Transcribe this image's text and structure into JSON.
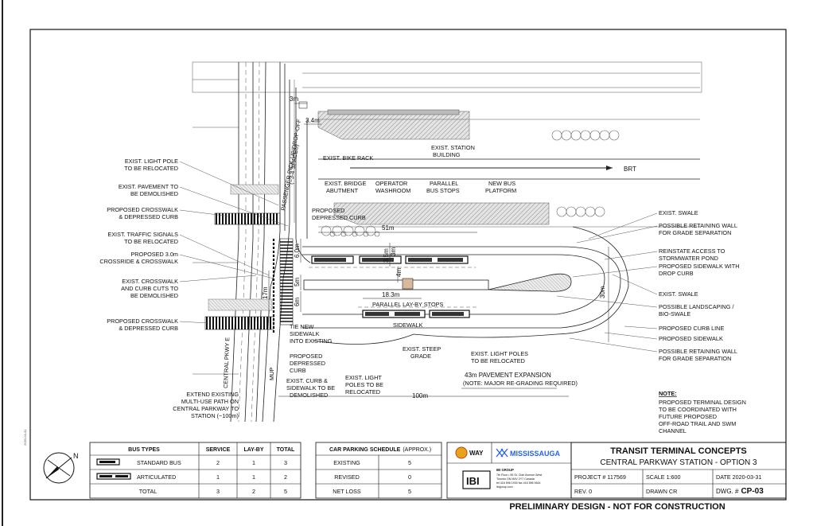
{
  "left_edge_note": "2020-03-31",
  "plan_labels": {
    "dim_3m": "3m",
    "dim_3_4m": "3.4m",
    "passenger_pickup": "PASSENGER PICK-UP/DROP-OFF",
    "spaces": "(~3-4 SPACES)",
    "exist_station_building_1": "EXIST. STATION",
    "exist_station_building_2": "BUILDING",
    "exist_bike_rack": "EXIST. BIKE RACK",
    "brt": "BRT",
    "exist_bridge_1": "EXIST. BRIDGE",
    "exist_bridge_2": "ABUTMENT",
    "operator_1": "OPERATOR",
    "operator_2": "WASHROOM",
    "parallel_1": "PARALLEL",
    "parallel_2": "BUS STOPS",
    "new_bus_1": "NEW BUS",
    "new_bus_2": "PLATFORM",
    "prop_dep_curb_1": "PROPOSED",
    "prop_dep_curb_2": "DEPRESSED CURB",
    "dim_51m": "51m",
    "dim_3_5m": "3.5m",
    "dim_3m_b": "3m",
    "dim_6m_a": "6.0m",
    "dim_4m": "4m",
    "dim_5m": "5m",
    "dim_6m_b": "6m",
    "dim_17m": "17m",
    "dim_18_3m": "18.3m",
    "parallel_layby": "PARALLEL LAY-BY STOPS",
    "sidewalk": "SIDEWALK",
    "dim_30m": "30m",
    "tie_new_1": "TIE NEW",
    "tie_new_2": "SIDEWALK",
    "tie_new_3": "INTO EXISTING",
    "prop_dep_1": "PROPOSED",
    "prop_dep_2": "DEPRESSED",
    "prop_dep_3": "CURB",
    "exist_steep_1": "EXIST. STEEP",
    "exist_steep_2": "GRADE",
    "exist_light_poles_1": "EXIST. LIGHT POLES",
    "exist_light_poles_2": "TO BE RELOCATED",
    "pavement_expansion": "43m PAVEMENT EXPANSION",
    "pavement_note": "(NOTE: MAJOR RE-GRADING REQUIRED)",
    "exist_curb_1": "EXIST. CURB &",
    "exist_curb_2": "SIDEWALK TO BE",
    "exist_curb_3": "DEMOLISHED",
    "exist_light_b_1": "EXIST. LIGHT",
    "exist_light_b_2": "POLES TO BE",
    "exist_light_b_3": "RELOCATED",
    "dim_100m": "100m",
    "central_pkwy": "CENTRAL PKWY E",
    "mup": "MUP",
    "extend_1": "EXTEND EXISTING",
    "extend_2": "MULTI-USE PATH ON",
    "extend_3": "CENTRAL PARKWAY TO",
    "extend_4": "STATION (~100m)"
  },
  "left_callouts": [
    [
      "EXIST. LIGHT POLE",
      "TO BE RELOCATED"
    ],
    [
      "EXIST. PAVEMENT TO",
      "BE DEMOLISHED"
    ],
    [
      "PROPOSED CROSSWALK",
      "& DEPRESSED CURB"
    ],
    [
      "EXIST. TRAFFIC SIGNALS",
      "TO BE RELOCATED"
    ],
    [
      "PROPOSED 3.0m",
      "CROSSRIDE & CROSSWALK"
    ],
    [
      "EXIST. CROSSWALK",
      "AND CURB CUTS TO",
      "BE DEMOLISHED"
    ],
    [
      "PROPOSED CROSSWALK",
      "& DEPRESSED CURB"
    ]
  ],
  "right_callouts": [
    [
      "EXIST. SWALE"
    ],
    [
      "POSSIBLE RETAINING WALL",
      "FOR GRADE SEPARATION"
    ],
    [
      "REINSTATE ACCESS TO",
      "STORMWATER POND"
    ],
    [
      "PROPOSED SIDEWALK WITH",
      "DROP CURB"
    ],
    [
      "EXIST. SWALE"
    ],
    [
      "POSSIBLE LANDSCAPING /",
      "BIO-SWALE"
    ],
    [
      "PROPOSED CURB LINE"
    ],
    [
      "PROPOSED SIDEWALK"
    ],
    [
      "POSSIBLE RETAINING WALL",
      "FOR GRADE SEPARATION"
    ]
  ],
  "note": {
    "title": "NOTE:",
    "lines": [
      "PROPOSED TERMINAL DESIGN",
      "TO BE COORDINATED WITH",
      "FUTURE PROPOSED",
      "OFF-ROAD TRAIL AND SWM",
      "CHANNEL"
    ]
  },
  "bus_table": {
    "headers": [
      "BUS TYPES",
      "SERVICE",
      "LAY-BY",
      "TOTAL"
    ],
    "rows": [
      {
        "type": "STANDARD BUS",
        "service": "2",
        "layby": "1",
        "total": "3"
      },
      {
        "type": "ARTICULATED",
        "service": "1",
        "layby": "1",
        "total": "2"
      },
      {
        "type": "TOTAL",
        "service": "3",
        "layby": "2",
        "total": "5"
      }
    ]
  },
  "parking_table": {
    "header_bold": "CAR PARKING SCHEDULE",
    "header_normal": "(APPROX.)",
    "rows": [
      {
        "label": "EXISTING",
        "value": "5"
      },
      {
        "label": "REVISED",
        "value": "0"
      },
      {
        "label": "NET LOSS",
        "value": "5"
      }
    ]
  },
  "logos": {
    "miway": "WAY",
    "mississauga": "MISSISSAUGA",
    "ibi": "IBI",
    "ibi_group": "IBI GROUP",
    "ibi_addr1": "7th Floor • 55 St. Clair Avenue West",
    "ibi_addr2": "Toronto ON M4V 2Y7 Canada",
    "ibi_addr3": "tel 416 596 1930 fax 416 596 0644",
    "ibi_addr4": "ibigroup.com"
  },
  "title_block": {
    "title": "TRANSIT TERMINAL CONCEPTS",
    "subtitle": "CENTRAL PARKWAY STATION - OPTION 3",
    "project": "PROJECT # 117569",
    "scale": "SCALE 1:600",
    "date": "DATE 2020-03-31",
    "rev": "REV. 0",
    "drawn": "DRAWN CR",
    "dwg_label": "DWG. #",
    "dwg_num": "CP-03"
  },
  "north_label": "N",
  "footer": "PRELIMINARY DESIGN -  NOT FOR CONSTRUCTION",
  "colors": {
    "line": "#222222",
    "hatch": "#9a9a9a",
    "platform": "#d9b99b",
    "paper": "#ffffff"
  }
}
